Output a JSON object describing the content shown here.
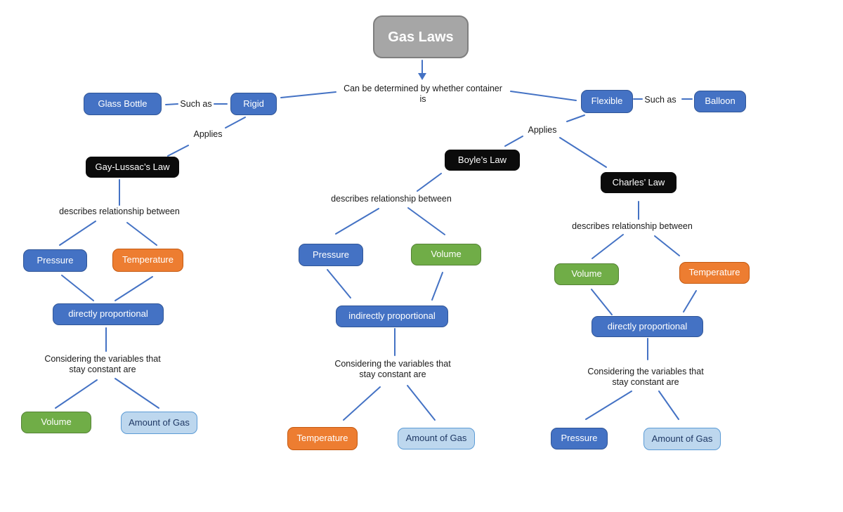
{
  "diagram_title": "Gas Laws",
  "background": "#FFFFFF",
  "colors": {
    "connector": "#4472C4",
    "node_blue": {
      "fill": "#4472C4",
      "border": "#2F5597",
      "text": "#FFFFFF"
    },
    "node_orange": {
      "fill": "#ED7D31",
      "border": "#C55A11",
      "text": "#FFFFFF"
    },
    "node_green": {
      "fill": "#70AD47",
      "border": "#548235",
      "text": "#FFFFFF"
    },
    "node_lightblue": {
      "fill": "#BDD7EE",
      "border": "#5B9BD5",
      "text": "#1F3864"
    },
    "node_black": {
      "fill": "#0B0B0B",
      "text": "#FFFFFF"
    },
    "node_gray": {
      "fill": "#A6A6A6",
      "border": "#7F7F7F",
      "text": "#FFFFFF"
    },
    "label_text": "#1A1A1A"
  },
  "nodes": {
    "gas_laws": "Gas Laws",
    "glass_bottle": "Glass Bottle",
    "rigid": "Rigid",
    "flexible": "Flexible",
    "balloon": "Balloon",
    "gay_lussacs_law": "Gay-Lussac’s Law",
    "boyles_law": "Boyle’s Law",
    "charles_law": "Charles’ Law",
    "pressure_left": "Pressure",
    "temperature_left": "Temperature",
    "directly_proportional_left": "directly proportional",
    "volume_left": "Volume",
    "amount_of_gas_left": "Amount of Gas",
    "pressure_middle": "Pressure",
    "volume_middle": "Volume",
    "indirectly_proportional_middle": "indirectly proportional",
    "temperature_middle": "Temperature",
    "amount_of_gas_middle": "Amount of Gas",
    "volume_right": "Volume",
    "temperature_right": "Temperature",
    "directly_proportional_right": "directly proportional",
    "pressure_right": "Pressure",
    "amount_of_gas_right": "Amount of Gas"
  },
  "edge_labels": {
    "determined_by": "Can be determined by whether container\nis",
    "such_as_left": "Such as",
    "such_as_right": "Such as",
    "applies_left": "Applies",
    "applies_right": "Applies",
    "describes_left": "describes relationship between",
    "describes_middle": "describes relationship between",
    "describes_right": "describes relationship between",
    "considering_left": "Considering the variables that\nstay constant are",
    "considering_middle": "Considering the variables that\nstay constant are",
    "considering_right": "Considering the variables that\nstay constant are"
  },
  "relationships": [
    {
      "from": "Gas Laws",
      "label": "Can be determined by whether container is",
      "to": "Rigid"
    },
    {
      "from": "Gas Laws",
      "label": "Can be determined by whether container is",
      "to": "Flexible"
    },
    {
      "from": "Rigid",
      "label": "Such as",
      "to": "Glass Bottle"
    },
    {
      "from": "Flexible",
      "label": "Such as",
      "to": "Balloon"
    },
    {
      "from": "Rigid",
      "label": "Applies",
      "to": "Gay-Lussac’s Law"
    },
    {
      "from": "Flexible",
      "label": "Applies",
      "to": "Boyle’s Law"
    },
    {
      "from": "Flexible",
      "label": "Applies",
      "to": "Charles’ Law"
    },
    {
      "from": "Gay-Lussac’s Law",
      "label": "describes relationship between",
      "to": "Pressure, Temperature"
    },
    {
      "from": "Pressure, Temperature",
      "label": "",
      "to": "directly proportional"
    },
    {
      "from": "directly proportional",
      "label": "Considering the variables that stay constant are",
      "to": "Volume, Amount of Gas"
    },
    {
      "from": "Boyle’s Law",
      "label": "describes relationship between",
      "to": "Pressure, Volume"
    },
    {
      "from": "Pressure, Volume",
      "label": "",
      "to": "indirectly proportional"
    },
    {
      "from": "indirectly proportional",
      "label": "Considering the variables that stay constant are",
      "to": "Temperature, Amount of Gas"
    },
    {
      "from": "Charles’ Law",
      "label": "describes relationship between",
      "to": "Volume, Temperature"
    },
    {
      "from": "Volume, Temperature",
      "label": "",
      "to": "directly proportional"
    },
    {
      "from": "directly proportional",
      "label": "Considering the variables that stay constant are",
      "to": "Pressure, Amount of Gas"
    }
  ]
}
